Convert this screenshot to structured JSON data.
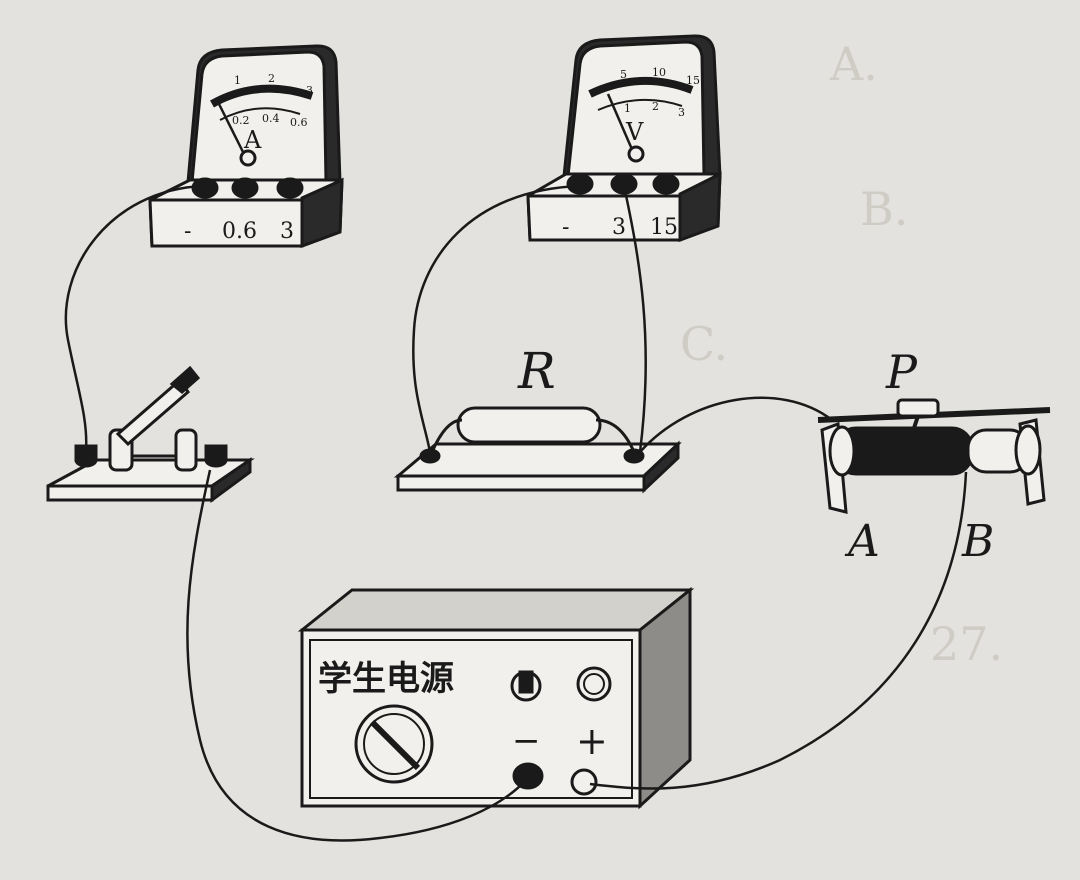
{
  "ammeter": {
    "symbol": "A",
    "scale_top": [
      "1",
      "2",
      "3"
    ],
    "scale_bottom": [
      "0.2",
      "0.4",
      "0.6"
    ],
    "terminals": [
      "-",
      "0.6",
      "3"
    ]
  },
  "voltmeter": {
    "symbol": "V",
    "scale_top": [
      "5",
      "10",
      "15"
    ],
    "scale_bottom": [
      "1",
      "2",
      "3"
    ],
    "terminals": [
      "-",
      "3",
      "15"
    ]
  },
  "resistor": {
    "label": "R"
  },
  "rheostat": {
    "slider_label": "P",
    "end_a_label": "A",
    "end_b_label": "B"
  },
  "power_supply": {
    "label": "学生电源",
    "minus_label": "−",
    "plus_label": "+"
  },
  "switch": {},
  "colors": {
    "ink": "#1a1a1a",
    "paper": "#e4e2de",
    "face": "#f1f0ec",
    "shade": "#b9b7b2"
  }
}
